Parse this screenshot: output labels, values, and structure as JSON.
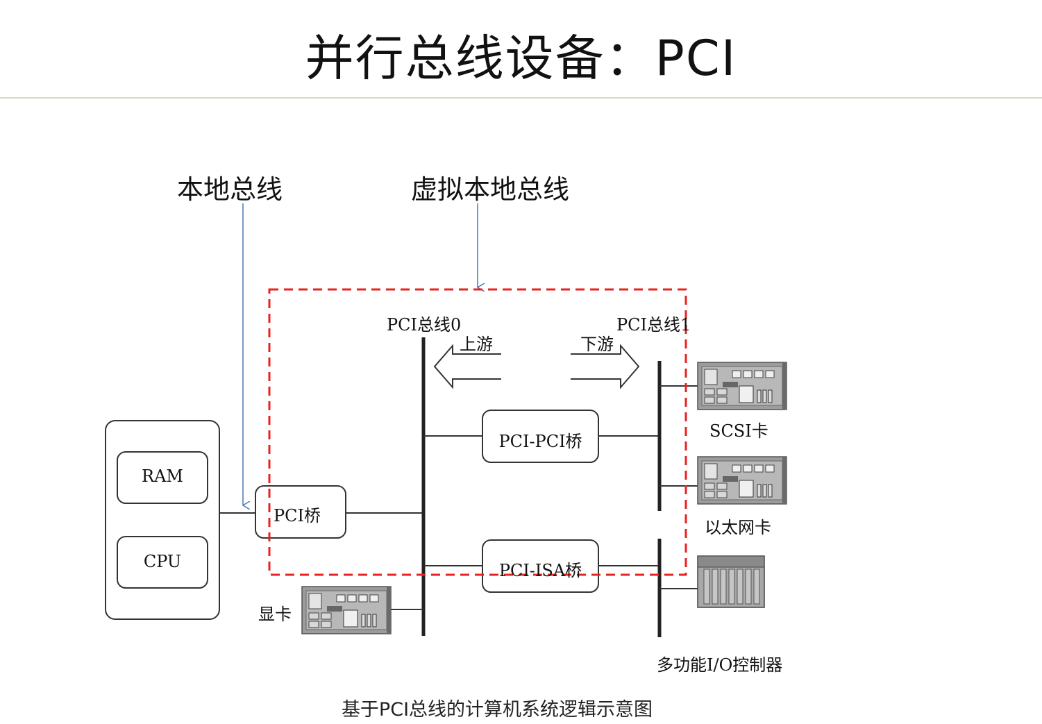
{
  "slide": {
    "title": "并行总线设备：PCI"
  },
  "annotations": {
    "local_bus": "本地总线",
    "virtual_local_bus": "虚拟本地总线"
  },
  "diagram": {
    "bus0": "PCI总线0",
    "bus1": "PCI总线1",
    "upstream": "上游",
    "downstream": "下游",
    "ram": "RAM",
    "cpu": "CPU",
    "pci_bridge": "PCI桥",
    "pci_pci_bridge": "PCI-PCI桥",
    "pci_isa_bridge": "PCI-ISA桥",
    "graphics_card": "显卡",
    "scsi_card": "SCSI卡",
    "ethernet_card": "以太网卡",
    "io_controller": "多功能I/O控制器",
    "caption": "基于PCI总线的计算机系统逻辑示意图"
  },
  "colors": {
    "annotation_arrow": "#4a78b8",
    "dashed_region": "#e8221e",
    "lines": "#222222"
  }
}
